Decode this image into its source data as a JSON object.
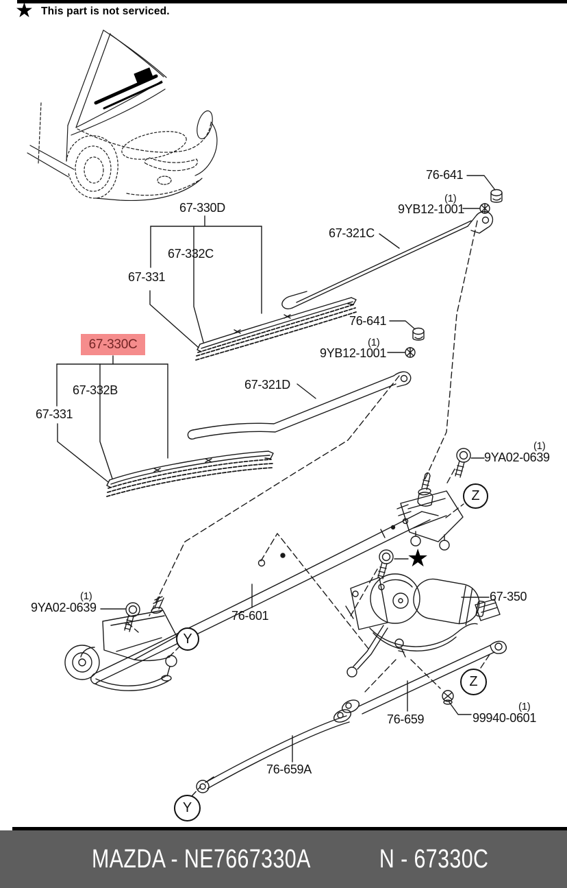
{
  "header": {
    "notice": "This part is not serviced."
  },
  "glyphs": {
    "star": "★"
  },
  "highlight": {
    "text": "67-330C"
  },
  "part_labels": [
    {
      "id": "blade-assy-d",
      "text": "67-330D"
    },
    {
      "id": "blade-rubber-c",
      "text": "67-332C"
    },
    {
      "id": "blade-frame-1",
      "text": "67-331"
    },
    {
      "id": "pivot-cap-1",
      "text": "76-641"
    },
    {
      "id": "qty-cap-1",
      "text": "(1)"
    },
    {
      "id": "pivot-nut-1",
      "text": "9YB12-1001"
    },
    {
      "id": "wiper-arm-c",
      "text": "67-321C"
    },
    {
      "id": "blade-rubber-b",
      "text": "67-332B"
    },
    {
      "id": "blade-frame-2",
      "text": "67-331"
    },
    {
      "id": "pivot-cap-2",
      "text": "76-641"
    },
    {
      "id": "qty-cap-2",
      "text": "(1)"
    },
    {
      "id": "pivot-nut-2",
      "text": "9YB12-1001"
    },
    {
      "id": "wiper-arm-d",
      "text": "67-321D"
    },
    {
      "id": "qty-bolt-right",
      "text": "(1)"
    },
    {
      "id": "bolt-right",
      "text": "9YA02-0639"
    },
    {
      "id": "qty-bolt-left",
      "text": "(1)"
    },
    {
      "id": "bolt-left",
      "text": "9YA02-0639"
    },
    {
      "id": "cowl-frame",
      "text": "76-601"
    },
    {
      "id": "wiper-motor",
      "text": "67-350"
    },
    {
      "id": "link-rod-1",
      "text": "76-659"
    },
    {
      "id": "qty-link-nut",
      "text": "(1)"
    },
    {
      "id": "link-nut",
      "text": "99940-0601"
    },
    {
      "id": "link-rod-2",
      "text": "76-659A"
    }
  ],
  "callouts": {
    "y": "Y",
    "z": "Z"
  },
  "footer": {
    "left": "MAZDA - NE7667330A",
    "right": "N - 67330C"
  },
  "colors": {
    "highlight_bg": "#f58c8c",
    "highlight_fg": "#742525",
    "footer_bg": "#5e5e5e",
    "footer_fg": "#ffffff",
    "line": "#1a1a1a"
  }
}
